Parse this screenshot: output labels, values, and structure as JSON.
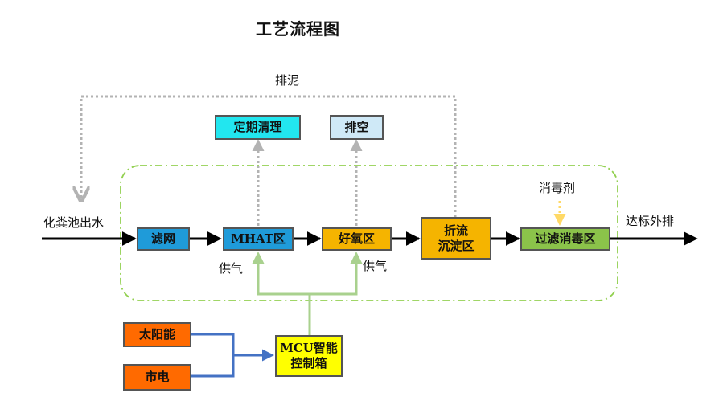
{
  "title": "工艺流程图",
  "labels": {
    "sludge": "排泥",
    "inflow": "化粪池出水",
    "outflow": "达标外排",
    "air_supply_1": "供气",
    "air_supply_2": "供气",
    "disinfectant": "消毒剂"
  },
  "nodes": {
    "screen": {
      "label": "滤网",
      "color": "#1f9bd9"
    },
    "mhat": {
      "label": "MHAT区",
      "color": "#1f9bd9"
    },
    "aerobic": {
      "label": "好氧区",
      "color": "#f5b400"
    },
    "settling": {
      "label": "折流\n沉淀区",
      "color": "#f5b400"
    },
    "filter_disinfect": {
      "label": "过滤消毒区",
      "color": "#8bc34a"
    },
    "cleaning": {
      "label": "定期清理",
      "color": "#22e6ef"
    },
    "vent": {
      "label": "排空",
      "color": "#cfe9f7"
    },
    "solar": {
      "label": "太阳能",
      "color": "#ff6a00"
    },
    "grid_power": {
      "label": "市电",
      "color": "#ff6a00"
    },
    "controller": {
      "label": "MCU智能\n控制箱",
      "color": "#ffff00"
    }
  },
  "colors": {
    "main_flow": "#000000",
    "sludge_line": "#b3b3b3",
    "boundary": "#92d050",
    "air_line": "#a9d18e",
    "power_line": "#4472c4",
    "disinfectant_line": "#ffd966"
  }
}
